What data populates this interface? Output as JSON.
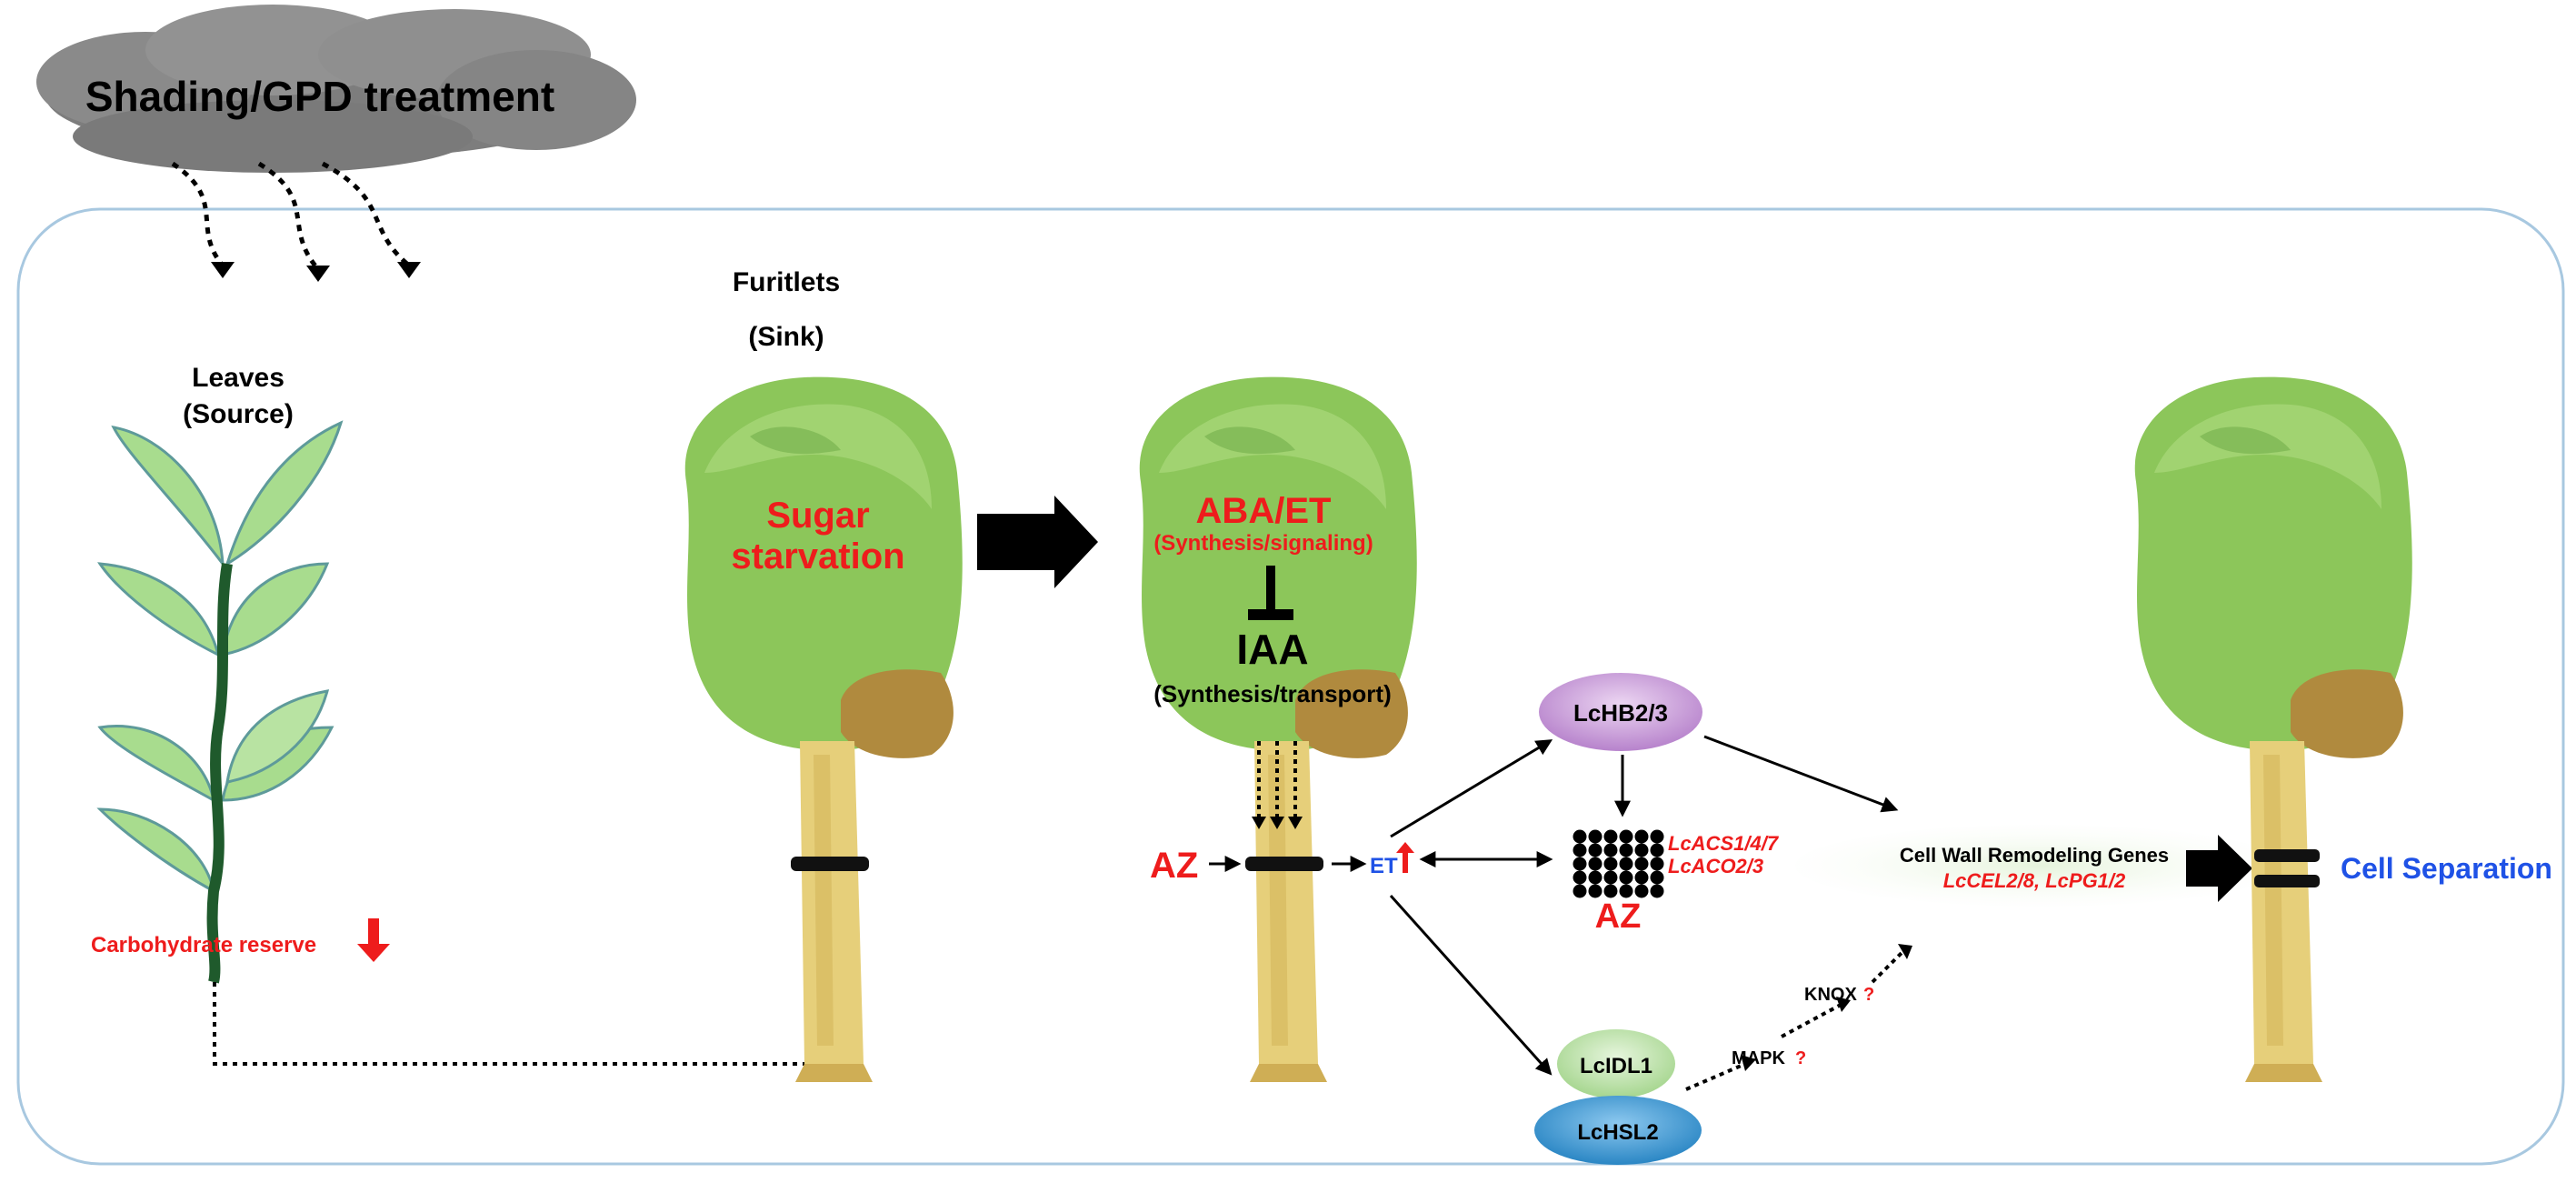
{
  "cloud": {
    "text": "Shading/GPD treatment"
  },
  "leaves": {
    "title": "Leaves",
    "subtitle": "(Source)",
    "carbohydrate": "Carbohydrate reserve"
  },
  "fruitlet1": {
    "title": "Furitlets",
    "subtitle": "(Sink)",
    "line1": "Sugar",
    "line2": "starvation"
  },
  "fruitlet2": {
    "hormone": "ABA/ET",
    "hormone_sub": "(Synthesis/signaling)",
    "auxin": "IAA",
    "auxin_sub": "(Synthesis/transport)",
    "az": "AZ",
    "et": "ET"
  },
  "network": {
    "hb": "LcHB2/3",
    "acs": "LcACS1/4/7",
    "aco": "LcACO2/3",
    "az": "AZ",
    "cwr_title": "Cell Wall Remodeling Genes",
    "cwr_genes": "LcCEL2/8, LcPG1/2",
    "idl": "LcIDL1",
    "hsl": "LcHSL2",
    "mapk": "MAPK",
    "knox": "KNOX",
    "q": "?"
  },
  "outcome": {
    "text": "Cell Separation"
  },
  "colors": {
    "red": "#ee1c1c",
    "blue": "#1f52e6",
    "leaf": "#9fd68a",
    "stem": "#1f5a2c",
    "fruit": "#8cc65a",
    "pedicel": "#e6cf7a",
    "border": "#a8c8e0",
    "cloud": "#8a8a8a",
    "hb": "#c79ad8",
    "idl": "#b7e0a6",
    "hsl": "#3f9ed6",
    "cwr": "#cfeac2"
  }
}
